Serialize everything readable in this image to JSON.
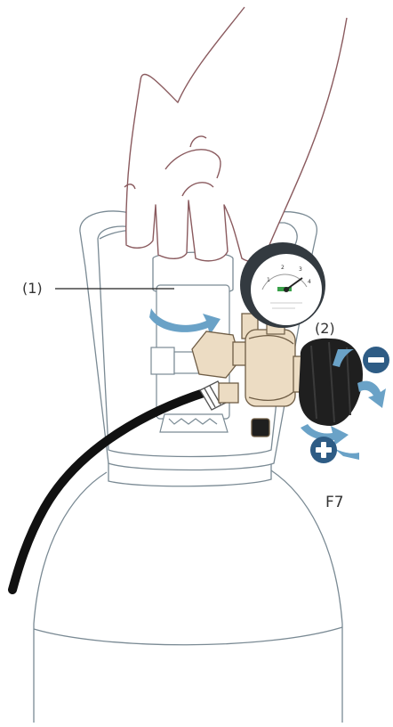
{
  "labels": {
    "callout_1": "(1)",
    "callout_2": "(2)",
    "figure_id": "F7"
  },
  "gauge": {
    "scale_numbers": [
      "1",
      "2",
      "3",
      "4"
    ]
  },
  "icons": {
    "decrease": "minus-icon",
    "increase": "plus-icon",
    "rotate": "rotate-arrow-icon"
  },
  "colors": {
    "outline": "#7a8a94",
    "hand_outline": "#8a5a5e",
    "regulator_body": "#ecdcc3",
    "knob": "#1f1f1f",
    "hose": "#111111",
    "arrow_blue": "#6aa2c7",
    "badge_blue": "#2e5c85",
    "gauge_ring": "#333a40",
    "gauge_green": "#3aa14a"
  }
}
